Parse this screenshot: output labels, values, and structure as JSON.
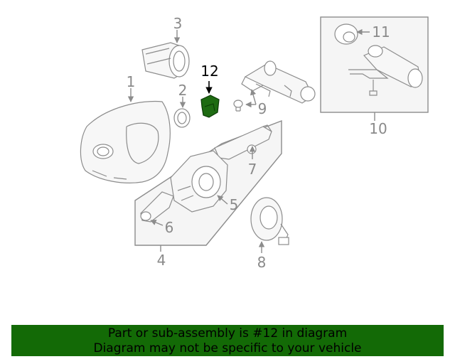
{
  "callouts": {
    "c1": "1",
    "c2": "2",
    "c3": "3",
    "c4": "4",
    "c5": "5",
    "c6": "6",
    "c7": "7",
    "c8": "8",
    "c9": "9",
    "c10": "10",
    "c11": "11",
    "c12": "12"
  },
  "highlighted_part": "12",
  "colors": {
    "highlight_fill": "#1e6b12",
    "banner_bg": "#136a06",
    "line_gray": "#8c8c8c"
  },
  "banner": {
    "line1": "Part or sub-assembly is #12 in diagram",
    "line2": "Diagram may not be specific to your vehicle"
  }
}
